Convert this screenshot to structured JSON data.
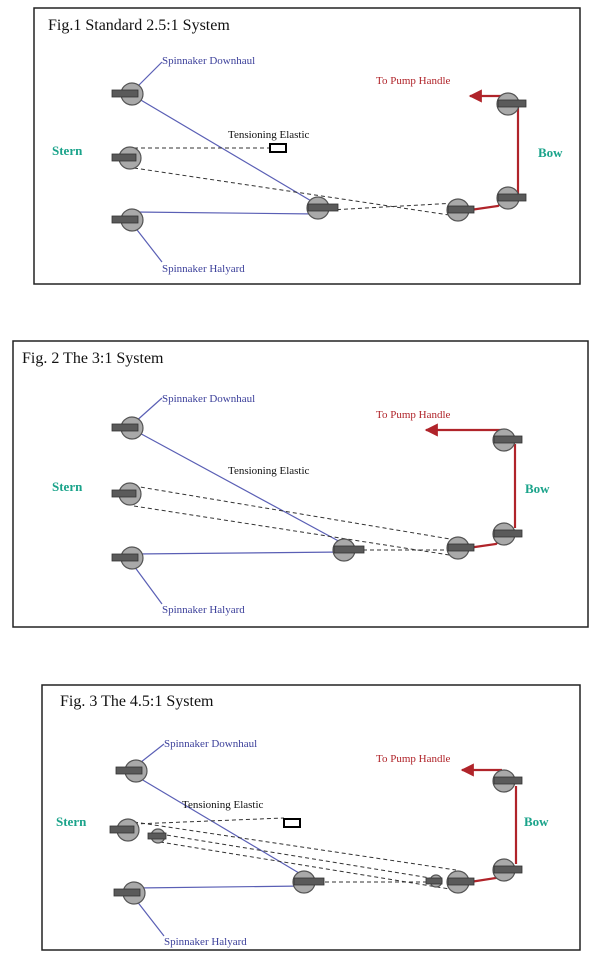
{
  "colors": {
    "blue": "#5a5fb5",
    "red": "#b0242a",
    "green": "#1aa38a",
    "pulley": "#a9a9a9"
  },
  "figures": [
    {
      "title": "Fig.1 Standard 2.5:1 System",
      "downhaul_label": "Spinnaker Downhaul",
      "halyard_label": "Spinnaker Halyard",
      "pump_label": "To Pump Handle",
      "elastic_label": "Tensioning Elastic",
      "stern_label": "Stern",
      "bow_label": "Bow"
    },
    {
      "title": "Fig. 2 The 3:1 System",
      "downhaul_label": "Spinnaker Downhaul",
      "halyard_label": "Spinnaker Halyard",
      "pump_label": "To Pump Handle",
      "elastic_label": "Tensioning Elastic",
      "stern_label": "Stern",
      "bow_label": "Bow"
    },
    {
      "title": "Fig. 3 The 4.5:1 System",
      "downhaul_label": "Spinnaker Downhaul",
      "halyard_label": "Spinnaker Halyard",
      "pump_label": "To Pump Handle",
      "elastic_label": "Tensioning Elastic",
      "stern_label": "Stern",
      "bow_label": "Bow"
    }
  ]
}
